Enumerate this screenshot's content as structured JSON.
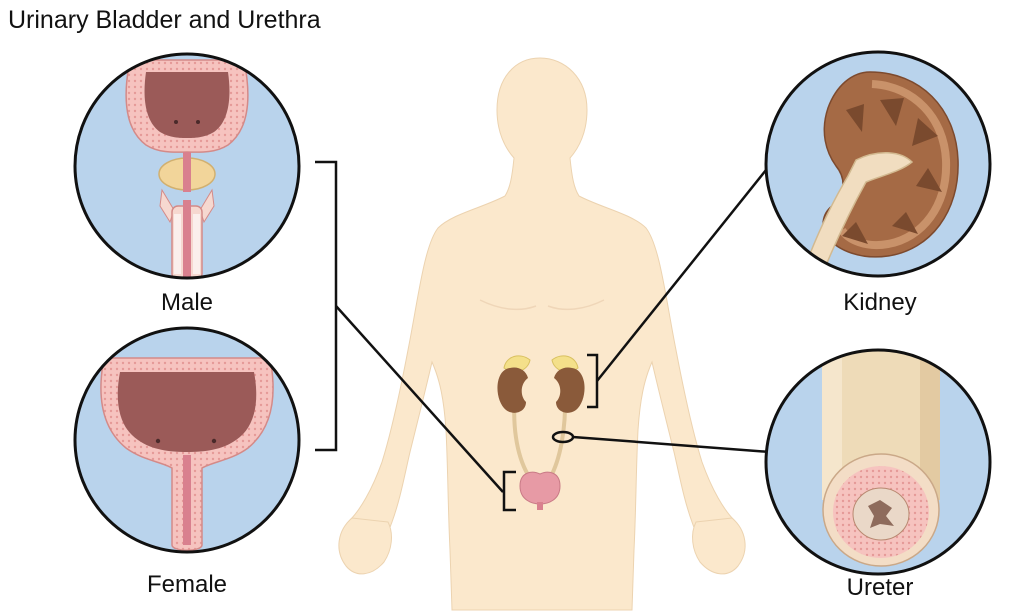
{
  "title": "Urinary Bladder and Urethra",
  "labels": {
    "male": "Male",
    "female": "Female",
    "kidney": "Kidney",
    "ureter": "Ureter"
  },
  "colors": {
    "circle_fill": "#b9d3ec",
    "body_skin": "#fbe8cc",
    "kidney_brown": "#8a5a3a",
    "adrenal_yellow": "#f4e08a",
    "bladder_pink": "#e79aa5",
    "bladder_wall": "#f3b3b0",
    "tube_beige": "#eedbb8"
  }
}
